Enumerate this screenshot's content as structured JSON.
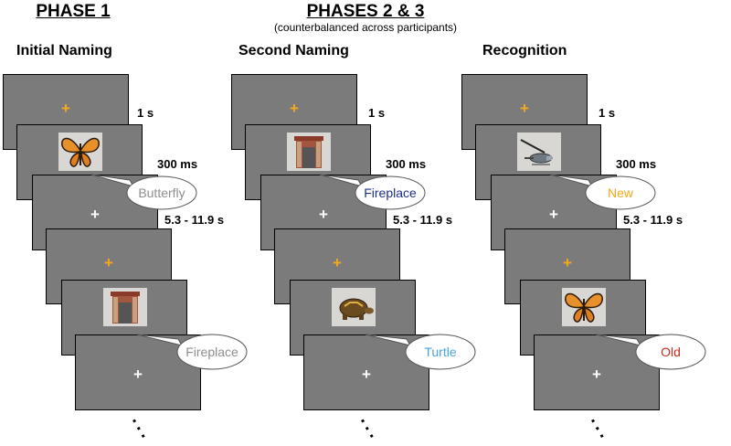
{
  "phase1": {
    "title": "PHASE 1"
  },
  "phases23": {
    "title": "PHASES 2 & 3",
    "subtitle": "(counterbalanced across participants)"
  },
  "columns": [
    {
      "title": "Initial Naming",
      "responses": [
        "Butterfly",
        "Fireplace"
      ],
      "response_colors": [
        "#8e8e8e",
        "#8e8e8e"
      ]
    },
    {
      "title": "Second Naming",
      "responses": [
        "Fireplace",
        "Turtle"
      ],
      "response_colors": [
        "#1c2f87",
        "#4aa3e0"
      ]
    },
    {
      "title": "Recognition",
      "responses": [
        "New",
        "Old"
      ],
      "response_colors": [
        "#f2a81a",
        "#cc2a1e"
      ]
    }
  ],
  "timings": {
    "fixation": "1 s",
    "stimulus": "300 ms",
    "response": "5.3 - 11.9 s"
  },
  "ellipsis": "...",
  "colors": {
    "screen": "#7b7b7b",
    "fixation_orange": "#f4a81d",
    "fixation_white": "#ffffff"
  }
}
